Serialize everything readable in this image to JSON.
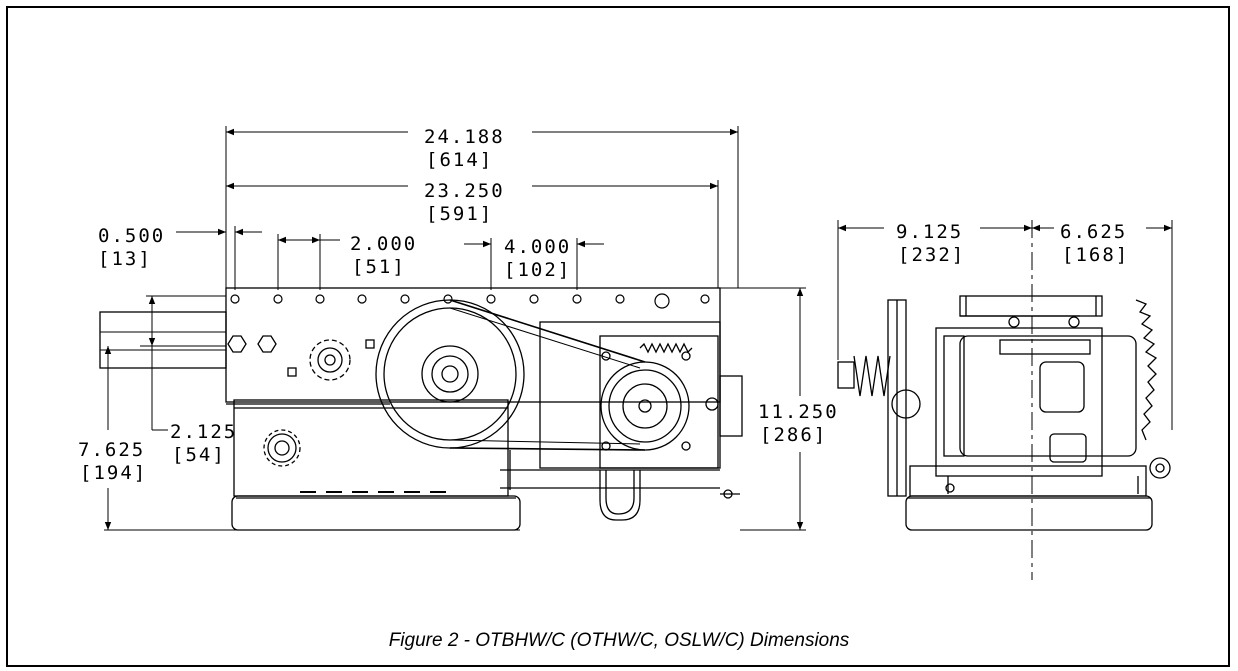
{
  "figure": {
    "caption": "Figure 2 - OTBHW/C (OTHW/C, OSLW/C) Dimensions"
  },
  "dimensions": {
    "overall_length": {
      "in": "24.188",
      "mm": "[614]"
    },
    "hole_span": {
      "in": "23.250",
      "mm": "[591]"
    },
    "end_offset": {
      "in": "0.500",
      "mm": "[13]"
    },
    "hole_pitch_small": {
      "in": "2.000",
      "mm": "[51]"
    },
    "hole_pitch_large": {
      "in": "4.000",
      "mm": "[102]"
    },
    "shaft_height": {
      "in": "2.125",
      "mm": "[54]"
    },
    "base_height": {
      "in": "7.625",
      "mm": "[194]"
    },
    "overall_height": {
      "in": "11.250",
      "mm": "[286]"
    },
    "side_left": {
      "in": "9.125",
      "mm": "[232]"
    },
    "side_right": {
      "in": "6.625",
      "mm": "[168]"
    }
  }
}
